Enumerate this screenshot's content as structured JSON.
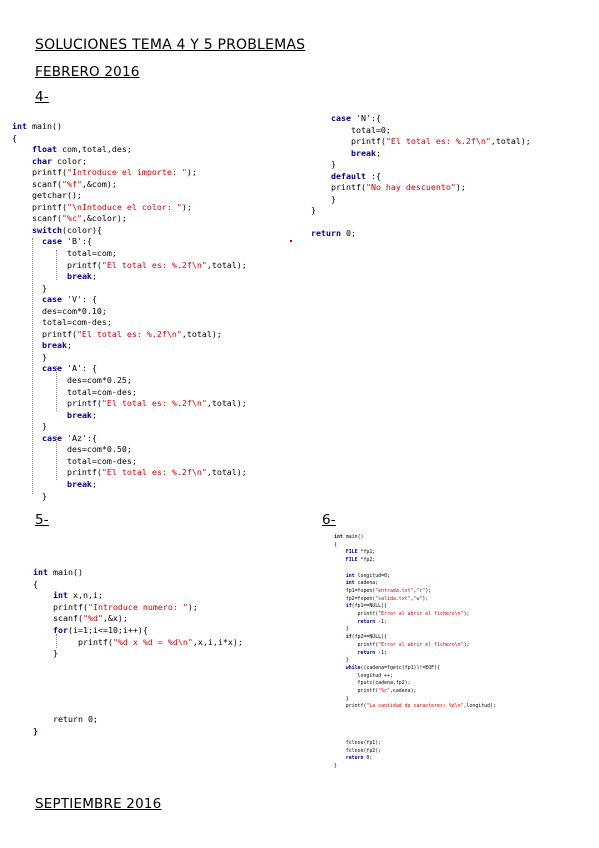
{
  "title": "SOLUCIONES TEMA 4 Y 5 PROBLEMAS",
  "febrero": "FEBRERO 2016",
  "septiembre": "SEPTIEMBRE 2016",
  "p4": {
    "label": "4-",
    "left": [
      "int main()",
      "{",
      "    float com,total,des;",
      "    char color;",
      "    printf(\"Introduce el importe: \");",
      "    scanf(\"%f\",&com);",
      "    getchar();",
      "    printf(\"\\nIntoduce el color: \");",
      "    scanf(\"%c\",&color);",
      "    switch(color){",
      "      case 'B':{",
      "           total=com;",
      "           printf(\"El total es: %.2f\\n\",total);",
      "           break;",
      "      }",
      "      case 'V': {",
      "      des=com*0.10;",
      "      total=com-des;",
      "      printf(\"El total es: %.2f\\n\",total);",
      "      break;",
      "      }",
      "      case 'A': {",
      "           des=com*0.25;",
      "           total=com-des;",
      "           printf(\"El total es: %.2f\\n\",total);",
      "           break;",
      "      }",
      "      case 'Az':{",
      "           des=com*0.50;",
      "           total=com-des;",
      "           printf(\"El total es: %.2f\\n\",total);",
      "           break;",
      "      }"
    ],
    "right": [
      "    case 'N':{",
      "        total=0;",
      "        printf(\"El total es: %.2f\\n\",total);",
      "        break;",
      "    }",
      "    default :{",
      "    printf(\"No hay descuento\");",
      "    }",
      "}",
      "",
      "return 0;"
    ]
  },
  "p5": {
    "label": "5-",
    "code": [
      "int main()",
      "{",
      "    int x,n,i;",
      "    printf(\"Introduce numero: \");",
      "    scanf(\"%d\",&x);",
      "    for(i=1;i<=10;i++){",
      "         printf(\"%d x %d = %d\\n\",x,i,i*x);",
      "    }"
    ],
    "ret": "    return 0;",
    "close": "}"
  },
  "p6": {
    "label": "6-",
    "code": [
      "int main()",
      "{",
      "    FILE *fp1;",
      "    FILE *fp2;",
      "",
      "    int longitud=0;",
      "    int cadena;",
      "    fp1=fopen(\"entrada.txt\",\"r\");",
      "    fp2=fopen(\"salida.txt\",\"w\");",
      "    if(fp1==NULL){",
      "        printf(\"Error al abrir el fichero\\n\");",
      "        return -1;",
      "    }",
      "    if(fp2==NULL){",
      "        printf(\"Error al abrir el fichero\\n\");",
      "        return -1;",
      "    }",
      "    while((cadena=fgetc(fp1))!=EOF){",
      "        longitud ++;",
      "        fputc(cadena,fp2);",
      "        printf(\"%c\",cadena);",
      "    }",
      "    printf(\"La cantidad de caracteres: %d\\n\",longitud);"
    ],
    "tail": [
      "    fclose(fp1);",
      "    fclose(fp2);",
      "    return 0;",
      "}"
    ]
  },
  "colors": {
    "keyword": "#00008b",
    "string": "#d00000",
    "text": "#000000"
  }
}
